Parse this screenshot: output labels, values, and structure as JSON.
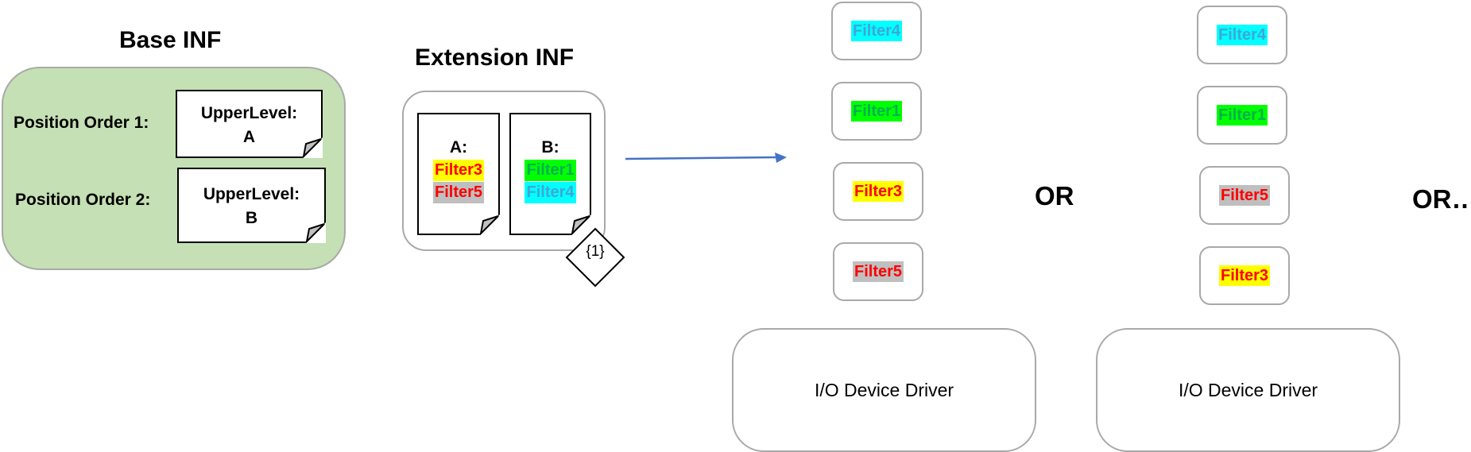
{
  "base": {
    "title": "Base INF",
    "position1_label": "Position Order 1:",
    "position2_label": "Position Order 2:",
    "upper_a_line1": "UpperLevel:",
    "upper_a_line2": "A",
    "upper_b_line1": "UpperLevel:",
    "upper_b_line2": "B"
  },
  "extension": {
    "title": "Extension INF",
    "doc_a": {
      "label": "A:",
      "items": [
        "Filter3",
        "Filter5"
      ]
    },
    "doc_b": {
      "label": "B:",
      "items": [
        "Filter1",
        "Filter4"
      ]
    },
    "diamond_label": "{1}"
  },
  "stack1": {
    "filters": [
      "Filter4",
      "Filter1",
      "Filter3",
      "Filter5"
    ],
    "driver": "I/O Device Driver"
  },
  "stack2": {
    "filters": [
      "Filter4",
      "Filter1",
      "Filter5",
      "Filter3"
    ],
    "driver": "I/O Device Driver"
  },
  "or_label_1": "OR",
  "or_label_2": "OR…",
  "colors": {
    "base_fill": "#c5e0b4",
    "box_border": "#a9a9a9",
    "arrow": "#4472c4",
    "filter1_bg": "#00ff00",
    "filter3_bg": "#ffff00",
    "filter4_bg": "#00ffff",
    "filter5_bg": "#bfbfbf"
  }
}
